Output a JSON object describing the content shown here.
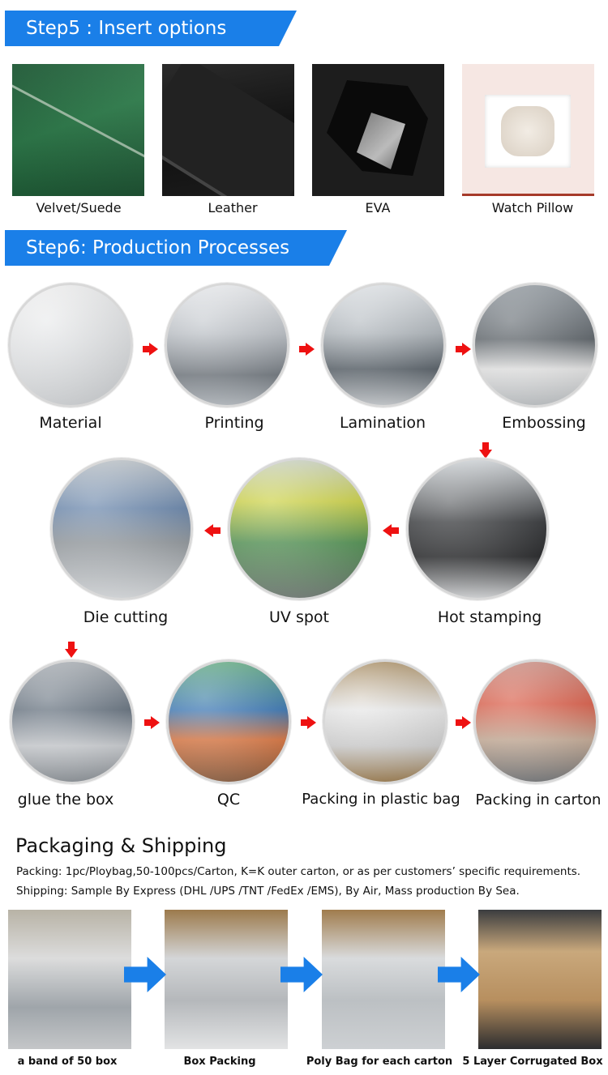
{
  "step5": {
    "title": "Step5 : Insert options",
    "options": [
      {
        "label": "Velvet/Suede"
      },
      {
        "label": "Leather"
      },
      {
        "label": "EVA"
      },
      {
        "label": "Watch Pillow"
      }
    ]
  },
  "step6": {
    "title": "Step6: Production Processes",
    "processes": [
      {
        "label": "Material"
      },
      {
        "label": "Printing"
      },
      {
        "label": "Lamination"
      },
      {
        "label": "Embossing"
      },
      {
        "label": "Hot stamping"
      },
      {
        "label": "UV spot"
      },
      {
        "label": "Die cutting"
      },
      {
        "label": "glue the box"
      },
      {
        "label": "QC"
      },
      {
        "label": "Packing in plastic bag"
      },
      {
        "label": "Packing in carton"
      }
    ]
  },
  "packaging": {
    "title": "Packaging & Shipping",
    "packing_line": "Packing: 1pc/Ploybag,50-100pcs/Carton, K=K outer carton, or as per customers’ specific requirements.",
    "shipping_line": "Shipping: Sample By Express (DHL /UPS /TNT /FedEx /EMS), By Air, Mass production By Sea.",
    "steps": [
      {
        "label": "a band of 50 box"
      },
      {
        "label": "Box Packing"
      },
      {
        "label": "Poly Bag for each carton"
      },
      {
        "label": "5 Layer Corrugated Box"
      }
    ]
  },
  "colors": {
    "banner": "#1a7fe8",
    "arrow_red": "#e11111",
    "arrow_blue": "#1a7fe8"
  }
}
